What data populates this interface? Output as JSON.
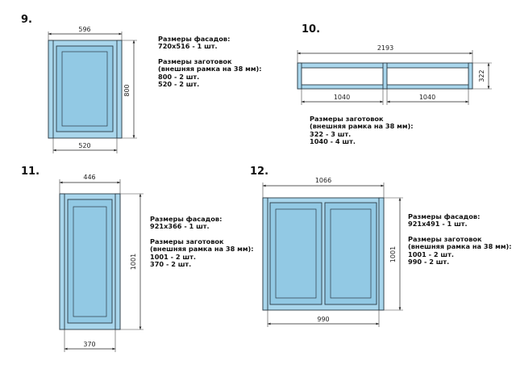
{
  "diagrams": [
    {
      "number": "9.",
      "dims": {
        "top": "596",
        "side": "800",
        "bottom": "520"
      },
      "notes": {
        "facade_title": "Размеры фасадов:",
        "facade_lines": [
          "720x516 - 1 шт."
        ],
        "blank_title": "Размеры заготовок",
        "blank_subtitle": "(внешняя рамка на 38 мм):",
        "blank_lines": [
          "800 - 2 шт.",
          "520 - 2 шт."
        ]
      }
    },
    {
      "number": "10.",
      "dims": {
        "top": "2193",
        "side": "322",
        "bottom_left": "1040",
        "bottom_right": "1040"
      },
      "notes": {
        "blank_title": "Размеры заготовок",
        "blank_subtitle": "(внешняя рамка на 38 мм):",
        "blank_lines": [
          "322 - 3 шт.",
          "1040 - 4 шт."
        ]
      }
    },
    {
      "number": "11.",
      "dims": {
        "top": "446",
        "side": "1001",
        "bottom": "370"
      },
      "notes": {
        "facade_title": "Размеры фасадов:",
        "facade_lines": [
          "921x366 - 1 шт."
        ],
        "blank_title": "Размеры заготовок",
        "blank_subtitle": "(внешняя рамка на 38 мм):",
        "blank_lines": [
          "1001 - 2 шт.",
          "370 - 2 шт."
        ]
      }
    },
    {
      "number": "12.",
      "dims": {
        "top": "1066",
        "side": "1001",
        "bottom": "990"
      },
      "notes": {
        "facade_title": "Размеры фасадов:",
        "facade_lines": [
          "921x491 - 1 шт."
        ],
        "blank_title": "Размеры заготовок",
        "blank_subtitle": "(внешняя рамка на 38 мм):",
        "blank_lines": [
          "1001 - 2 шт.",
          "990 - 2 шт."
        ]
      }
    }
  ],
  "colors": {
    "frame_fill": "#a9d6ec",
    "panel_fill": "#92c9e4",
    "outline": "#2b3a44"
  }
}
